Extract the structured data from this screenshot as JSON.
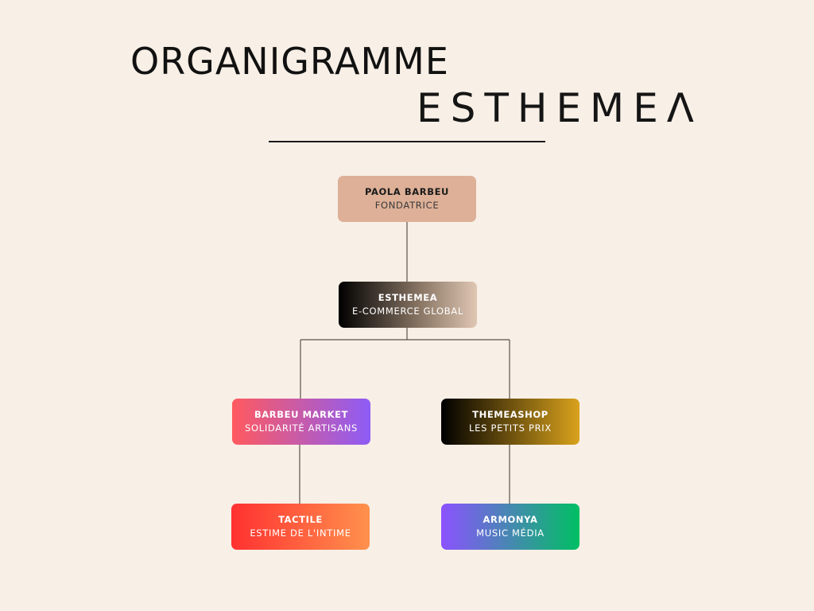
{
  "header": {
    "title": "ORGANIGRAMME",
    "brand": "ESTHEME",
    "brand_last_letter": "Λ"
  },
  "nodes": {
    "paola": {
      "name": "PAOLA BARBEU",
      "role": "FONDATRICE"
    },
    "esthemea": {
      "name": "ESTHEMEA",
      "role": "E-COMMERCE GLOBAL"
    },
    "barbeu_market": {
      "name": "BARBEU MARKET",
      "role": "SOLIDARITÉ ARTISANS"
    },
    "themeashop": {
      "name": "THEMEASHOP",
      "role": "LES PETITS PRIX"
    },
    "tactile": {
      "name": "TACTILE",
      "role": "ESTIME DE L'INTIME"
    },
    "armonya": {
      "name": "ARMONYA",
      "role": "MUSIC MÉDIA"
    }
  },
  "colors": {
    "background": "#f8efe6",
    "connector": "#5a524c",
    "founder_box": "#ddb097"
  }
}
